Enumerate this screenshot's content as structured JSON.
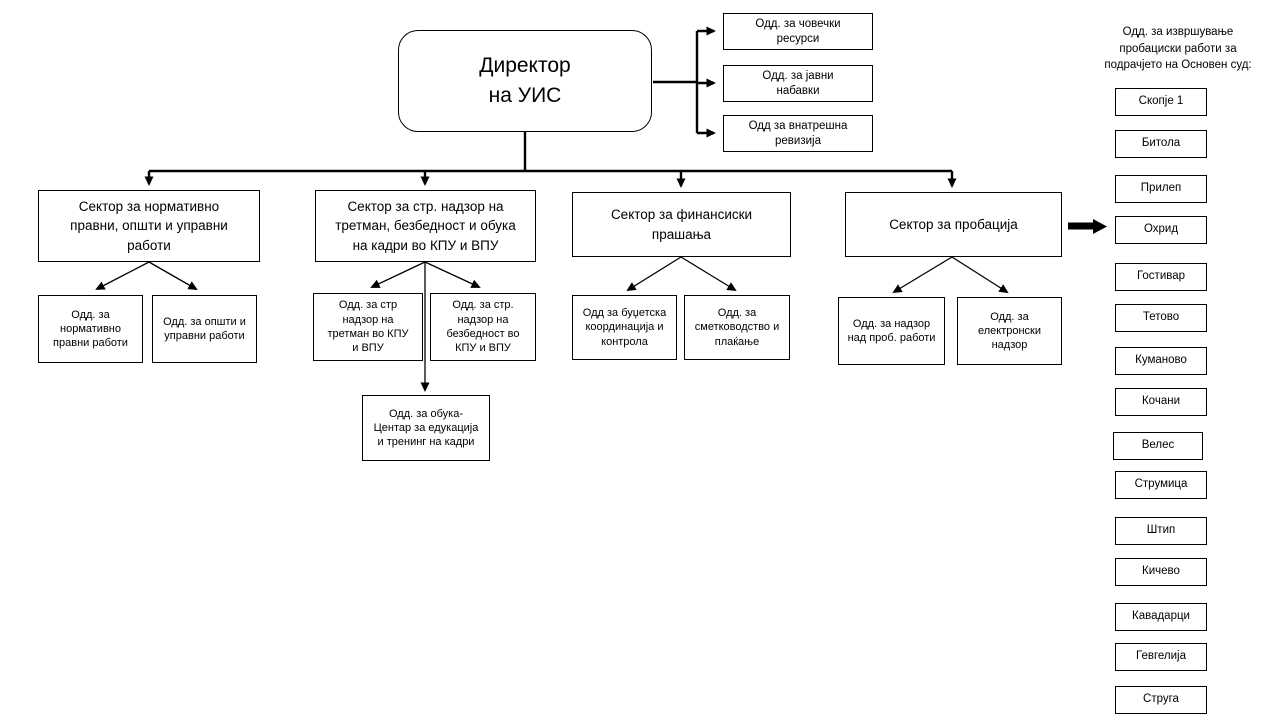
{
  "colors": {
    "background": "#ffffff",
    "line": "#000000",
    "box_border": "#000000",
    "text": "#000000"
  },
  "director": {
    "label": "Директор\nна УИС"
  },
  "staff_offices": [
    {
      "label": "Одд. за човечки\nресурси"
    },
    {
      "label": "Одд. за јавни\nнабавки"
    },
    {
      "label": "Одд за внатрешна\nревизија"
    }
  ],
  "sectors": [
    {
      "label": "Сектор за нормативно\nправни, општи и управни\nработи",
      "departments": [
        {
          "label": "Одд. за\nнормативно\nправни работи"
        },
        {
          "label": "Одд. за општи и\nуправни работи"
        }
      ]
    },
    {
      "label": "Сектор за стр. надзор на\nтретман, безбедност и обука\nна кадри во КПУ и ВПУ",
      "departments": [
        {
          "label": "Одд. за стр\nнадзор на\nтретман во КПУ\nи ВПУ"
        },
        {
          "label": "Одд. за стр.\nнадзор на\nбезбедност во\nКПУ и ВПУ"
        },
        {
          "label": "Одд. за обука-\nЦентар за едукација\nи тренинг на кадри"
        }
      ]
    },
    {
      "label": "Сектор за финансиски\nпрашања",
      "departments": [
        {
          "label": "Одд за буџетска\nкоординација и\nконтрола"
        },
        {
          "label": "Одд. за\nсметководство и\nплаќање"
        }
      ]
    },
    {
      "label": "Сектор за пробација",
      "departments": [
        {
          "label": "Одд. за надзор\nнад проб. работи"
        },
        {
          "label": "Одд. за\nелектронски\nнадзор"
        }
      ]
    }
  ],
  "probation_offices": {
    "heading": "Одд. за извршување\nпробациски работи за\nподрачјето на Основен суд:",
    "courts": [
      "Скопје 1",
      "Битола",
      "Прилеп",
      "Охрид",
      "Гостивар",
      "Тетово",
      "Куманово",
      "Кочани",
      "Велес",
      "Струмица",
      "Штип",
      "Кичево",
      "Кавадарци",
      "Гевгелија",
      "Струга"
    ]
  }
}
